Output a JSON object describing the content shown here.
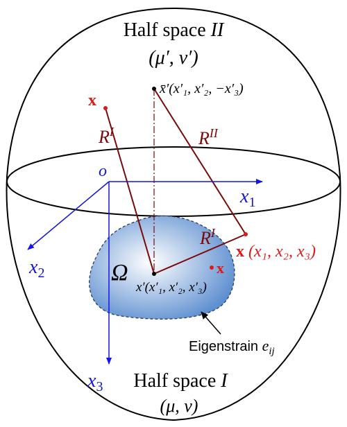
{
  "colors": {
    "outline": "#000000",
    "axis": "#1414e6",
    "red_point": "#e01818",
    "connector": "#7a0a0a",
    "inclusion_fill_center": "#ffffff",
    "inclusion_fill_edge": "#5e8fd0",
    "dashdot": "#7a0a0a"
  },
  "regions": {
    "upper_title": "Half space",
    "upper_roman": "II",
    "upper_params": "(μ′, ν′)",
    "lower_title": "Half space",
    "lower_roman": "I",
    "lower_params": "(μ, ν)"
  },
  "axes": {
    "origin": "o",
    "x1": "x",
    "x1_sub": "1",
    "x2": "x",
    "x2_sub": "2",
    "x3": "x",
    "x3_sub": "3"
  },
  "points": {
    "image_point": "x̄′(x′₁, x′₂, −x′₃)",
    "source_point": "x′(x′₁, x′₂, x′₃)",
    "field_point_bold": "x",
    "field_point_coords": "(x₁, x₂, x₃)",
    "x_upper_left": "x",
    "x_inside": "x"
  },
  "distances": {
    "R_I_left": "R",
    "R_I_left_sup": "I",
    "R_II": "R",
    "R_II_sup": "II",
    "R_I_right": "R",
    "R_I_right_sup": "I"
  },
  "inclusion": {
    "symbol": "Ω",
    "eigenstrain_label": "Eigenstrain",
    "eigenstrain_symbol": "e",
    "eigenstrain_sub": "ij"
  }
}
